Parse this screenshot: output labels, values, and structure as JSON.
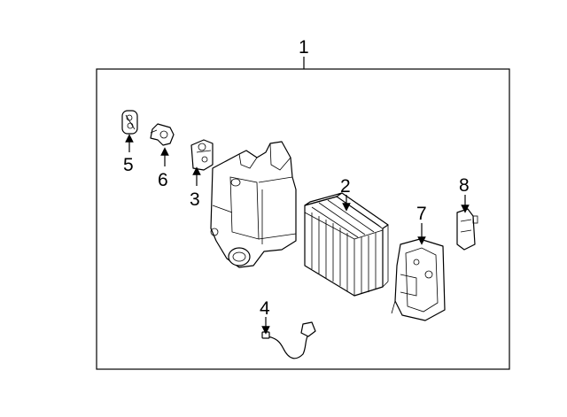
{
  "callouts": {
    "assembly": "1",
    "evaporator_core": "2",
    "part_3": "3",
    "wire_harness": "4",
    "part_5": "5",
    "part_6": "6",
    "cover": "7",
    "part_8": "8"
  }
}
